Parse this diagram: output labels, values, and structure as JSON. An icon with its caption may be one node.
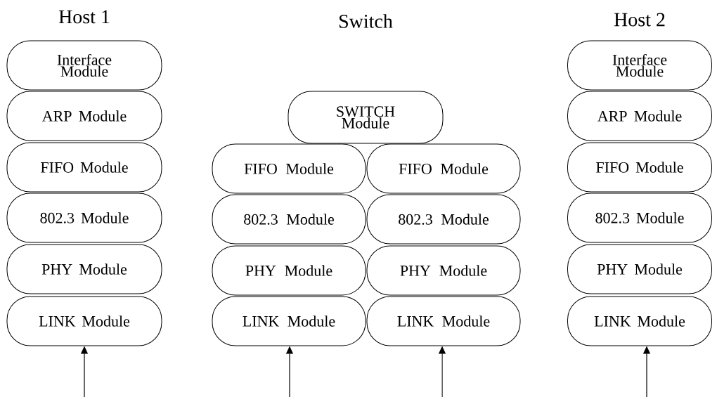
{
  "diagram": {
    "nodes": [
      {
        "text": [
          "Interface Module"
        ]
      },
      {
        "text": [
          "ARP Module"
        ]
      },
      {
        "text": [
          "FIFO Module"
        ]
      },
      {
        "text": [
          "802.3 Module"
        ]
      },
      {
        "text": [
          "PHY Module"
        ]
      },
      {
        "text": [
          "LINK Module"
        ]
      },
      {
        "text": [
          "SWITCH Module"
        ]
      },
      {
        "text": [
          "FIFO Module"
        ]
      },
      {
        "text": [
          "802.3 Module"
        ]
      },
      {
        "text": [
          "PHY Module"
        ]
      },
      {
        "text": [
          "LINK Module"
        ]
      },
      {
        "text": [
          "FIFO Module"
        ]
      },
      {
        "text": [
          "802.3 Module"
        ]
      },
      {
        "text": [
          "PHY Module"
        ]
      },
      {
        "text": [
          "LINK Module"
        ]
      },
      {
        "text": [
          "Interface Module"
        ]
      },
      {
        "text": [
          "ARP Module"
        ]
      },
      {
        "text": [
          "FIFO Module"
        ]
      },
      {
        "text": [
          "802.3 Module"
        ]
      },
      {
        "text": [
          "PHY Module"
        ]
      },
      {
        "text": [
          "LINK Module"
        ]
      }
    ],
    "edges": [
      {
        "from": null,
        "to": 5,
        "arrow": "to"
      },
      {
        "from": null,
        "to": 10,
        "arrow": "to"
      },
      {
        "from": null,
        "to": 14,
        "arrow": "to"
      },
      {
        "from": null,
        "to": 20,
        "arrow": "to"
      }
    ],
    "labels": [
      "Host 1",
      "Switch",
      "Host 2"
    ]
  }
}
